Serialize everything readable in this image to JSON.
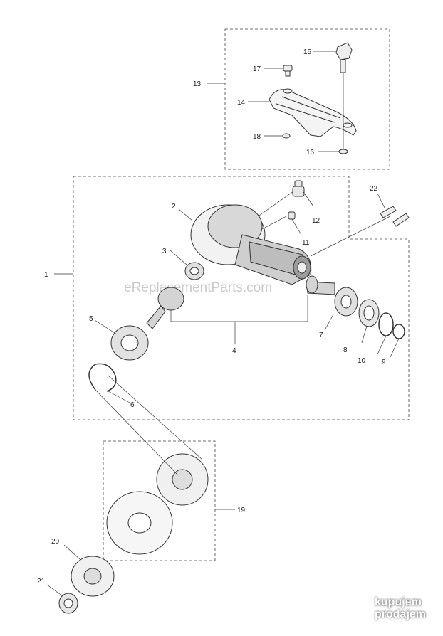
{
  "callouts": {
    "c1": "1",
    "c2": "2",
    "c3": "3",
    "c4": "4",
    "c5": "5",
    "c6": "6",
    "c7": "7",
    "c8": "8",
    "c9": "9",
    "c10": "10",
    "c11": "11",
    "c12": "12",
    "c13": "13",
    "c14": "14",
    "c15": "15",
    "c16": "16",
    "c17": "17",
    "c18": "18",
    "c19": "19",
    "c20": "20",
    "c21": "21",
    "c22": "22"
  },
  "watermark": "eReplacementParts.com",
  "logo": {
    "line1": "kupujem",
    "line2": "prodajem"
  }
}
